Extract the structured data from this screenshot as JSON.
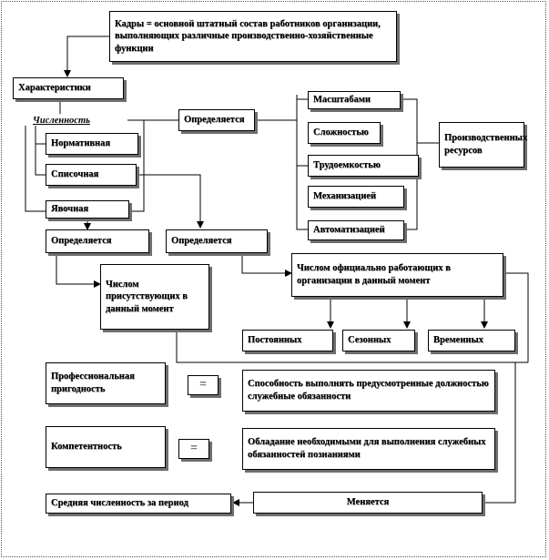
{
  "definition": "Кадры = основной штатный состав работников организации, выполняющих различные производственно-хозяйственные функции",
  "characteristics": "Характеристики",
  "headcount": "Численность",
  "defined_by_1": "Определяется",
  "types": {
    "normative": "Нормативная",
    "listed": "Списочная",
    "present": "Явочная"
  },
  "factors": {
    "scale": "Масштабами",
    "complexity": "Сложностью",
    "labor_intensity": "Трудоемкостью",
    "mechanization": "Механизацией",
    "automation": "Автоматизацией"
  },
  "production_resources": "Производственных ресурсов",
  "defined_by_2": "Определяется",
  "defined_by_3": "Определяется",
  "present_count": "Числом присутствующих в данный момент",
  "official_count": "Числом официально работающих в организации в данный момент",
  "categories": {
    "permanent": "Постоянных",
    "seasonal": "Сезонных",
    "temporary": "Временных"
  },
  "professional_fitness": "Профессиональная пригодность",
  "equals_1": "=",
  "fitness_def": "Способность выполнять предусмотренные должностью служебные обязанности",
  "competence": "Компетентность",
  "equals_2": "=",
  "competence_def": "Обладание необходимыми для выполнения служебных обязанностей познаниями",
  "changes": "Меняется",
  "average_headcount": "Средняя численность за период"
}
